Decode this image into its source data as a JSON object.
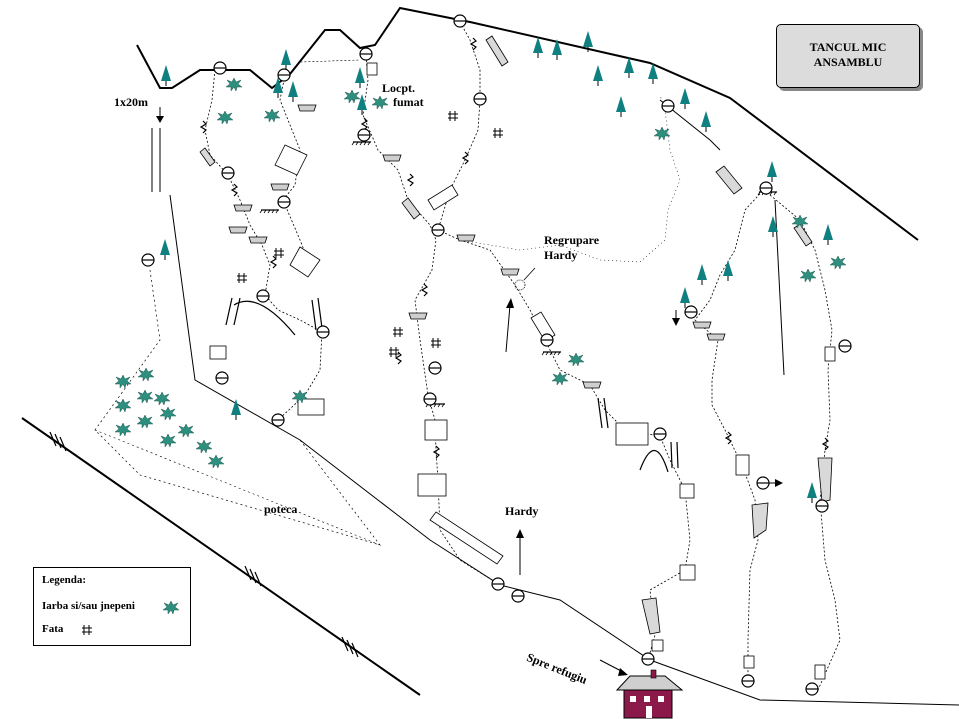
{
  "title": {
    "line1": "TANCUL MIC",
    "line2": "ANSAMBLU"
  },
  "labels": {
    "scale": "1x20m",
    "rest_spot_line1": "Locpt.",
    "rest_spot_line2": "fumat",
    "regroup_line1": "Regrupare",
    "regroup_line2": "Hardy",
    "hardy": "Hardy",
    "path": "poteca",
    "to_hut": "Spre refugiu"
  },
  "legend": {
    "title": "Legenda:",
    "grass_label": "Iarba si/sau jnepeni",
    "face_label": "Fata",
    "grass_icon": "grass-tuft-icon",
    "face_icon": "hash-face-icon"
  },
  "colors": {
    "ink": "#000000",
    "title_fill": "#dcdcdc",
    "tree": "#0f7f7f",
    "grass": "#2f8f7f",
    "hut_wall": "#8b1a4a",
    "hut_roof": "#cfcfcf"
  }
}
